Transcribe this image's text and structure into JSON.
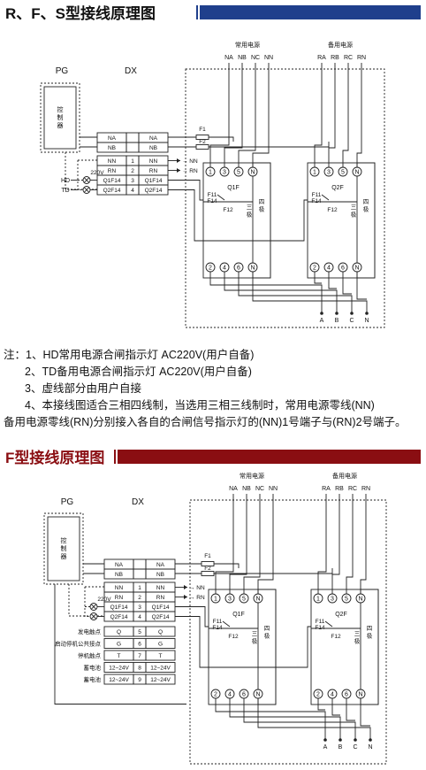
{
  "section1": {
    "title": "R、F、S型接线原理图",
    "accent": "#1f3f8c"
  },
  "section2": {
    "title": "F型接线原理图",
    "accent": "#8a0e12"
  },
  "diagram": {
    "pg": "PG",
    "dx": "DX",
    "controller": "控\n制\n器",
    "common_power": "常用电源",
    "backup_power": "备用电源",
    "common_terms": [
      "NA",
      "NB",
      "NC",
      "NN"
    ],
    "backup_terms": [
      "RA",
      "RB",
      "RC",
      "RN"
    ],
    "na": "NA",
    "nb": "NB",
    "f1": "F1",
    "f2": "F2",
    "nn": "NN",
    "rn": "RN",
    "q1f14": "Q1F14",
    "q2f14": "Q2F14",
    "v220": "220V",
    "hd": "HD",
    "td": "TD",
    "n1": "1",
    "n2": "2",
    "n3": "3",
    "n4": "4",
    "q1f": "Q1F",
    "q2f": "Q2F",
    "f11": "F11",
    "f14": "F14",
    "f12": "F12",
    "three_pole": "三\n极",
    "four_pole": "四\n极",
    "top_terms": [
      "1",
      "3",
      "5",
      "N"
    ],
    "bottom_terms": [
      "2",
      "4",
      "6",
      "N"
    ],
    "outputs": [
      "A",
      "B",
      "C",
      "N"
    ],
    "extra_rows": [
      {
        "label": "发电触点",
        "left": "Q",
        "mid": "5",
        "right": "Q"
      },
      {
        "label": "启动停机公共接点",
        "left": "G",
        "mid": "6",
        "right": "G"
      },
      {
        "label": "停机触点",
        "left": "T",
        "mid": "7",
        "right": "T"
      },
      {
        "label": "蓄电池",
        "left": "12~24V",
        "mid": "8",
        "right": "12~24V"
      },
      {
        "label": "蓄电池",
        "left": "12~24V",
        "mid": "9",
        "right": "12~24V"
      }
    ]
  },
  "notes": [
    "注：1、HD常用电源合闸指示灯  AC220V(用户自备)",
    "2、TD备用电源合闸指示灯  AC220V(用户自备)",
    "3、虚线部分由用户自接",
    "4、本接线图适合三相四线制，当选用三相三线制时，常用电源零线(NN)",
    "备用电源零线(RN)分别接入各自的合闸信号指示灯的(NN)1号端子与(RN)2号端子。"
  ]
}
